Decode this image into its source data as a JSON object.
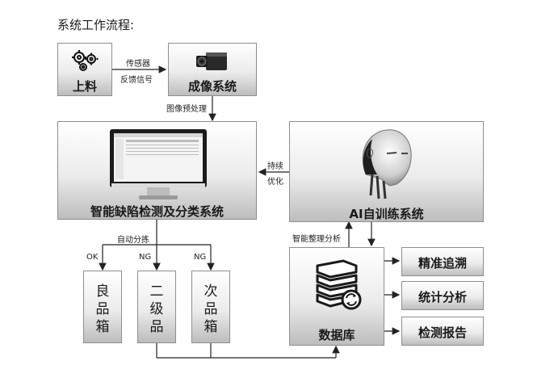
{
  "title": "系统工作流程:",
  "nodes": {
    "feed": "上料",
    "imaging": "成像系统",
    "inspection": "智能缺陷检测及分类系统",
    "ai_training": "AI自训练系统",
    "database": "数据库"
  },
  "edges": {
    "sensor": "传感器",
    "feedback_signal": "反馈信号",
    "preprocess": "图像预处理",
    "continuous": "持续",
    "optimize": "优化",
    "auto_sort": "自动分拣",
    "smart_analysis": "智能整理分析",
    "ok": "OK",
    "ng1": "NG",
    "ng2": "NG"
  },
  "bins": {
    "good": "良品箱",
    "second": "二级品",
    "third": "次品箱"
  },
  "outputs": [
    "精准追溯",
    "统计分析",
    "检测报告"
  ]
}
